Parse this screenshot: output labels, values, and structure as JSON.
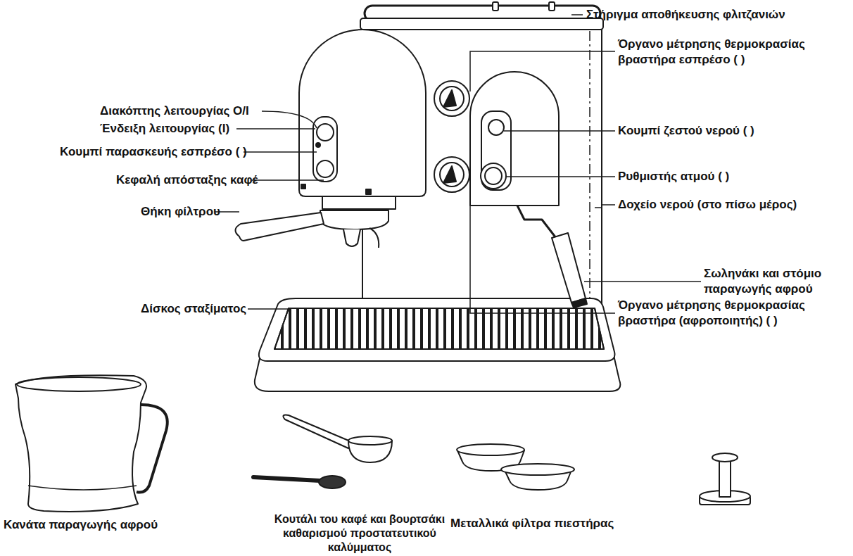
{
  "diagram": {
    "labels": [
      "Στήριγμα αποθήκευσης φλιτζανιών",
      "Όργανο μέτρησης θερμοκρασίας βραστήρα εσπρέσο ( )",
      "Διακόπτης λειτουργίας O/I",
      "Ένδειξη λειτουργίας (I)",
      "Κουμπί ζεστού νερού ( )",
      "Κουμπί παρασκευής εσπρέσο ( )",
      "Ρυθμιστής ατμού ( )",
      "Κεφαλή απόσταξης καφέ",
      "Δοχείο νερού (στο πίσω μέρος)",
      "Θήκη φίλτρου",
      "Σωληνάκι και στόμιο παραγωγής αφρού",
      "Δίσκος σταξίματος",
      "Όργανο μέτρησης θερμοκρασίας βραστήρα (αφροποιητής) ( )",
      "Κανάτα παραγωγής αφρού",
      "Κουτάλι του καφέ και βουρτσάκι καθαρισμού προστατευτικού καλύμματος",
      "Μεταλλικά φίλτρα πιεστήρας"
    ]
  }
}
